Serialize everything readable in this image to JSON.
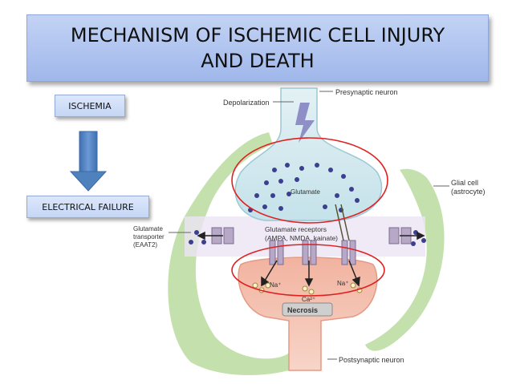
{
  "title": "MECHANISM OF ISCHEMIC CELL INJURY AND DEATH",
  "flow": {
    "step1": "ISCHEMIA",
    "step2": "ELECTRICAL FAILURE"
  },
  "diagram_labels": {
    "depolarization": "Depolarization",
    "presynaptic": "Presynaptic neuron",
    "glial_1": "Glial cell",
    "glial_2": "(astrocyte)",
    "glutamate": "Glutamate",
    "receptors_1": "Glutamate receptors",
    "receptors_2": "(AMPA, NMDA, kainate)",
    "transporter_1": "Glutamate",
    "transporter_2": "transporter",
    "transporter_3": "(EAAT2)",
    "na_left": "Na⁺",
    "na_right": "Na⁺",
    "ca": "Ca²⁺",
    "necrosis": "Necrosis",
    "postsynaptic": "Postsynaptic neuron"
  },
  "colors": {
    "title_bg": "#aec3ef",
    "arrow": "#4f81bd",
    "highlight": "#e02020"
  }
}
